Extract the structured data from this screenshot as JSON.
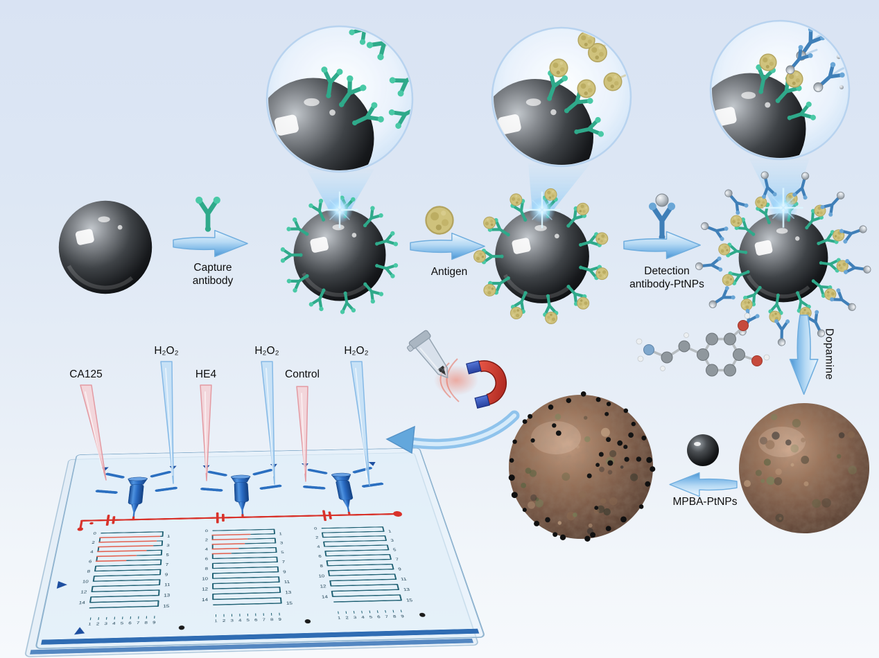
{
  "figure": {
    "background_top": "#d9e3f3",
    "background_bottom": "#f6f9fc"
  },
  "workflow": {
    "steps": [
      {
        "label_lines": [
          "Capture",
          "antibody"
        ]
      },
      {
        "label_lines": [
          "Antigen",
          ""
        ]
      },
      {
        "label_lines": [
          "Detection",
          "antibody-PtNPs"
        ]
      }
    ],
    "dopamine_label": "Dopamine",
    "mpba_label": "MPBA-PtNPs"
  },
  "inlets": [
    {
      "label": "CA125",
      "color": "pink"
    },
    {
      "label": "H₂O₂",
      "color": "blue"
    },
    {
      "label": "HE4",
      "color": "pink"
    },
    {
      "label": "H₂O₂",
      "color": "blue"
    },
    {
      "label": "Control",
      "color": "pink"
    },
    {
      "label": "H₂O₂",
      "color": "blue"
    }
  ],
  "chip": {
    "even_channel_numbers": [
      "0",
      "2",
      "4",
      "6",
      "8",
      "10",
      "12",
      "14"
    ],
    "odd_channel_numbers": [
      "1",
      "3",
      "5",
      "7",
      "9",
      "11",
      "13",
      "15"
    ],
    "ruler_numbers": [
      "1",
      "2",
      "3",
      "4",
      "5",
      "6",
      "7",
      "8",
      "9"
    ],
    "lanes": [
      {
        "filled_fractions": [
          0.95,
          0.9,
          0.85,
          0.75,
          0.6,
          0.45
        ]
      },
      {
        "filled_fractions": [
          0.6,
          0.55,
          0.5,
          0.4,
          0.28
        ]
      },
      {
        "filled_fractions": []
      }
    ]
  },
  "colors": {
    "arrow_blue": "#5fa8de",
    "antibody_green": "#2fa98a",
    "detection_blue": "#3f7fb8",
    "antigen_yellow": "#cfc27c",
    "channel_red": "#d8322a",
    "channel_teal": "#1f6073",
    "chip_blue": "#2b6fc0"
  }
}
